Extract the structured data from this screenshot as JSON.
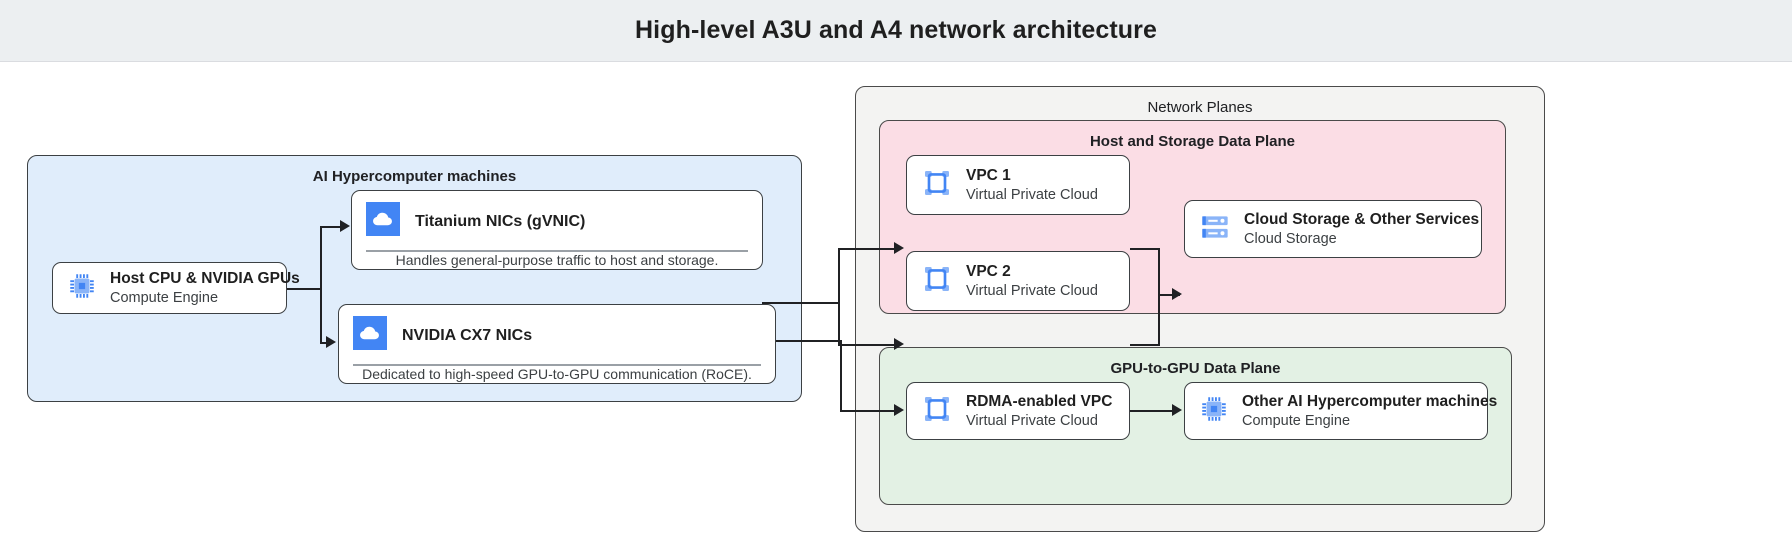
{
  "header": {
    "title": "High-level A3U and A4 network architecture"
  },
  "groups": {
    "machines": {
      "label": "AI Hypercomputer machines"
    },
    "network_planes": {
      "label": "Network Planes"
    },
    "host_storage_plane": {
      "label": "Host and Storage Data Plane"
    },
    "gpu_plane": {
      "label": "GPU-to-GPU Data Plane"
    }
  },
  "nodes": {
    "host_cpu": {
      "title": "Host CPU & NVIDIA GPUs",
      "subtitle": "Compute Engine",
      "icon": "cpu-chip-icon"
    },
    "titanium_nics": {
      "title": "Titanium NICs (gVNIC)",
      "caption": "Handles general-purpose traffic to host and storage.",
      "icon": "cloud-icon"
    },
    "cx7_nics": {
      "title": "NVIDIA CX7 NICs",
      "caption": "Dedicated to high-speed GPU-to-GPU communication (RoCE).",
      "icon": "cloud-icon"
    },
    "vpc1": {
      "title": "VPC 1",
      "subtitle": "Virtual Private Cloud",
      "icon": "vpc-icon"
    },
    "vpc2": {
      "title": "VPC 2",
      "subtitle": "Virtual Private Cloud",
      "icon": "vpc-icon"
    },
    "cloud_storage": {
      "title": "Cloud Storage & Other Services",
      "subtitle": "Cloud Storage",
      "icon": "storage-icon"
    },
    "rdma_vpc": {
      "title": "RDMA-enabled VPC",
      "subtitle": "Virtual Private Cloud",
      "icon": "vpc-icon"
    },
    "other_machines": {
      "title": "Other AI Hypercomputer machines",
      "subtitle": "Compute Engine",
      "icon": "cpu-chip-icon"
    }
  },
  "colors": {
    "header_bg": "#eceff1",
    "machines_panel": "#e0edfb",
    "network_panel": "#f3f3f2",
    "host_storage_panel": "#fbdde5",
    "gpu_panel": "#e3f1e4",
    "icon_blue": "#4285f4",
    "icon_light_blue": "#8ab4f8",
    "stroke": "#3c4043"
  }
}
